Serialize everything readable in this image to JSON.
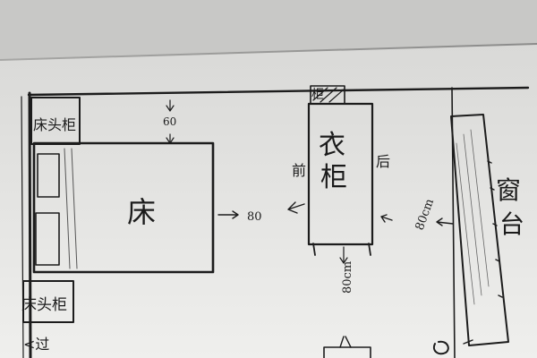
{
  "sketch": {
    "bedside_cabinet_top": "床头柜",
    "bedside_cabinet_bottom": "床头柜",
    "bed": "床",
    "wardrobe": "衣柜",
    "wardrobe_top_label": "柜",
    "front": "前",
    "back": "后",
    "window_sill": "窗台",
    "dim_top": "60",
    "dim_bed_wardrobe": "80",
    "dim_right": "80cm",
    "dim_below": "80cm",
    "bottom_left_note": "<过"
  }
}
